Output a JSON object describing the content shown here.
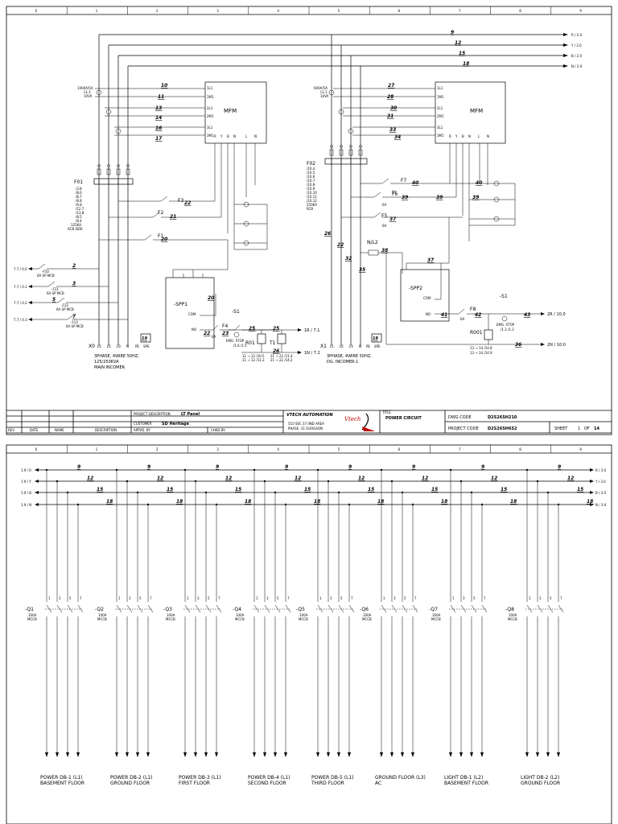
{
  "frame_cols": [
    "0",
    "1",
    "2",
    "3",
    "4",
    "5",
    "6",
    "7",
    "8",
    "9"
  ],
  "bus_labels": [
    "R / 2.0",
    "Y / 2.0",
    "B / 2.0",
    "N / 2.0"
  ],
  "bus_labels_in": [
    "1.9 / R",
    "1.9 / Y",
    "1.9 / B",
    "1.9 / N"
  ],
  "bus_labels_out": [
    "R / 3.0",
    "Y / 3.0",
    "B / 3.0",
    "N / 3.0"
  ],
  "wire_numbers": [
    "9",
    "12",
    "15",
    "18"
  ],
  "sheet1": {
    "incomer1": {
      "ct_label": [
        "1000A/5A",
        "CL-1",
        "10VA"
      ],
      "meter_wires": [
        "10",
        "11",
        "13",
        "14",
        "16",
        "17"
      ],
      "meter_terms": [
        "1L1",
        "1M1",
        "2L1",
        "2M1",
        "3L1",
        "3M1"
      ],
      "mfm": "MFM",
      "mfm_terms": [
        "R",
        "Y",
        "B",
        "N",
        "L",
        "N"
      ],
      "fuse_tag": "F01",
      "fuse_refs": [
        "/3.8",
        "/8.6",
        "/8.7",
        "/8.8",
        "/9.8",
        "/12.7",
        "/13.8",
        "/8.5",
        "/8.4"
      ],
      "fuse_note": [
        "125KA",
        "ACB SIDE"
      ],
      "sp_refs": [
        "F3",
        "F2",
        "F1"
      ],
      "sp_wires": [
        "22",
        "21",
        "20"
      ],
      "mcb_rows": [
        {
          "ref": "7.7 / 0.0",
          "wire": "2",
          "tag": "-F10",
          "rating": "6A SP MCB"
        },
        {
          "ref": "7.7 / 0.1",
          "wire": "3",
          "tag": "-F11",
          "rating": "6A SP MCB"
        },
        {
          "ref": "7.7 / 0.2",
          "wire": "5",
          "tag": "-F12",
          "rating": "6A SP MCB"
        },
        {
          "ref": "7.7 / 0.3",
          "wire": "7",
          "tag": "-F13",
          "rating": "6A SP MCB"
        }
      ],
      "spp": "-SPP1",
      "spp_terms": [
        "COM",
        "NO"
      ],
      "f4": {
        "tag": "F4",
        "rating": "6A",
        "w_in": "22",
        "w_out": "23"
      },
      "stop": {
        "tag": "-S1",
        "label": "EMG. STOP",
        "ref": "/1.6 /1.5"
      },
      "relay": "R01",
      "timer": "T1",
      "wires_out": [
        "25",
        "26"
      ],
      "out_labels": [
        "1R / 7.1",
        "1N / 7.2"
      ],
      "contact_rows": [
        "11 → 12 /10.5",
        "11 → 12 /11.3",
        "21 → 22 /11.4",
        "21 → 22 /14.2"
      ],
      "bottom_terms": [
        "X0",
        "L1",
        "L2",
        "L3",
        "N",
        "PE",
        "SPE"
      ],
      "earth_tag": "19",
      "caption": [
        "3PHASE, 4WIRE 50HZ,",
        "125/250KVA",
        "MAIN INCOMER"
      ]
    },
    "incomer2": {
      "ct_label": [
        "600A/5A",
        "CL-1",
        "10VA"
      ],
      "meter_wires": [
        "27",
        "28",
        "30",
        "31",
        "33",
        "34"
      ],
      "meter_terms": [
        "1L1",
        "1M1",
        "2L1",
        "2M1",
        "3L1",
        "3M1"
      ],
      "mfm": "MFM",
      "mfm_terms": [
        "R",
        "Y",
        "B",
        "N",
        "L",
        "N"
      ],
      "fuse_tag": "F02",
      "fuse_refs": [
        "/10.4",
        "/10.5",
        "/10.6",
        "/10.7",
        "/10.8",
        "/10.9",
        "/10.10",
        "/10.11",
        "/10.12"
      ],
      "fuse_note": [
        "250KA",
        "RCB"
      ],
      "sp_refs": [
        "F7",
        "F6",
        "F5"
      ],
      "sp_wires": [
        "40",
        "39",
        "37"
      ],
      "sp_ratings": [
        "6A",
        "6A",
        "6A"
      ],
      "nl": "N/L2",
      "nl_wire": "38",
      "spp": "-SPP2",
      "spp_terms": [
        "COM",
        "NO"
      ],
      "f8": {
        "tag": "F8",
        "rating": "6A",
        "w_in": "41",
        "w_out": "42"
      },
      "stop": {
        "tag": "-S1",
        "label": "EMG. STOP",
        "ref": "/1.3 /1.3"
      },
      "relay": "R001",
      "wires_out": [
        "43",
        "36"
      ],
      "out_labels": [
        "2R / 10.0",
        "2N / 10.0"
      ],
      "contact_rows": [
        "13 → 14 /14.8",
        "13 → 14 /14.9"
      ],
      "bottom_terms": [
        "X1",
        "L1",
        "L2",
        "L3",
        "N",
        "PE",
        "SPE"
      ],
      "earth_tag": "18",
      "caption": [
        "3PHASE, 4WIRE 50HZ,",
        "DG. INCOMER-1"
      ],
      "side_wires": [
        "26",
        "22",
        "32",
        "35"
      ]
    },
    "title_block": {
      "rev_headers": [
        "REV",
        "DATE",
        "NAME",
        "DESCRIPTION",
        "APPVD. BY",
        "CHKD BY."
      ],
      "project_description_label": "PROJECT DESCRIPTION",
      "project_description": "LT Panel",
      "customer_label": "CUSTOMER",
      "customer": "SD Heritage",
      "company": "VTECH AUTOMATION",
      "address": [
        "510 SEC 37 IIND AREA",
        "PHASE -11 GURGAON"
      ],
      "logo": "Vtech",
      "title_label": "TITLE",
      "title": "POWER CIRCUIT",
      "dwg_code_label": "DWG CODE",
      "dwg_code": "D2S26SH210",
      "project_code_label": "PROJECT CODE",
      "project_code": "D2S26SH6S2",
      "sheet_label": "SHEET",
      "sheet_no": "1",
      "sheet_of": "OF",
      "sheet_total": "14"
    }
  },
  "sheet2": {
    "breakers": [
      {
        "tag": "-Q1",
        "rating": "100A",
        "type": "MCCB",
        "feeder": [
          "POWER DB-1 (L1)",
          "BASEMENT FLOOR"
        ]
      },
      {
        "tag": "-Q2",
        "rating": "100A",
        "type": "MCCB",
        "feeder": [
          "POWER DB-2 (L1)",
          "GROUND FLOOR"
        ]
      },
      {
        "tag": "-Q3",
        "rating": "100A",
        "type": "MCCB",
        "feeder": [
          "POWER DB-3 (L1)",
          "FIRST FLOOR"
        ]
      },
      {
        "tag": "-Q4",
        "rating": "100A",
        "type": "MCCB",
        "feeder": [
          "POWER DB-4 (L1)",
          "SECOND FLOOR"
        ]
      },
      {
        "tag": "-Q5",
        "rating": "100A",
        "type": "MCCB",
        "feeder": [
          "POWER DB-5 (L1)",
          "THIRD FLOOR"
        ]
      },
      {
        "tag": "-Q6",
        "rating": "100A",
        "type": "MCCB",
        "feeder": [
          "GROUND FLOOR  (L3)",
          "AC"
        ]
      },
      {
        "tag": "-Q7",
        "rating": "100A",
        "type": "MCCB",
        "feeder": [
          "LIGHT DB-1 (L2)",
          "BASEMENT FLOOR"
        ]
      },
      {
        "tag": "-Q8",
        "rating": "100A",
        "type": "MCCB",
        "feeder": [
          "LIGHT DB-2 (L2)",
          "GROUND FLOOR"
        ]
      }
    ]
  }
}
